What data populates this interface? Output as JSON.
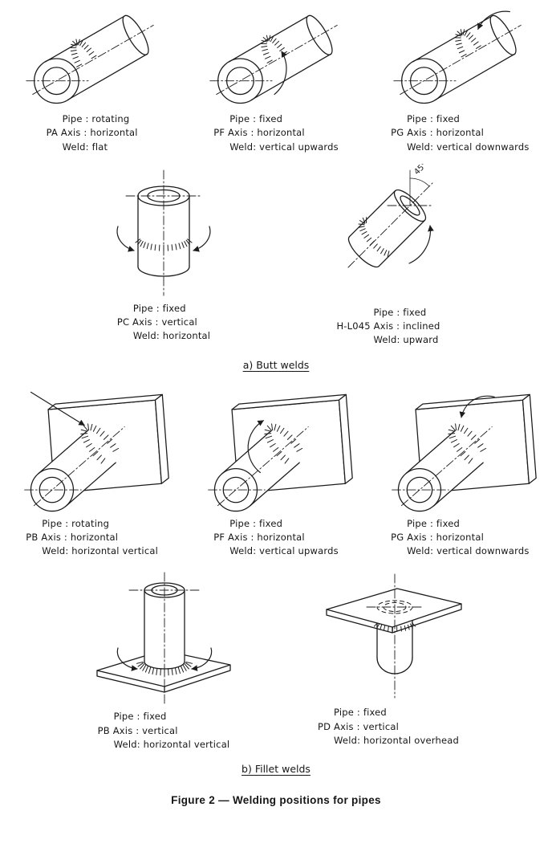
{
  "figure_caption": "Figure 2 — Welding positions for pipes",
  "sections": {
    "butt": {
      "label": "a) Butt welds",
      "items": [
        {
          "pipe": "Pipe : rotating",
          "axis": "PA Axis : horizontal",
          "weld": "Weld: flat"
        },
        {
          "pipe": "Pipe : fixed",
          "axis": "PF Axis : horizontal",
          "weld": "Weld: vertical upwards"
        },
        {
          "pipe": "Pipe : fixed",
          "axis": "PG Axis : horizontal",
          "weld": "Weld: vertical downwards"
        },
        {
          "pipe": "Pipe : fixed",
          "axis": "PC Axis : vertical",
          "weld": "Weld: horizontal"
        },
        {
          "pipe": "Pipe : fixed",
          "axis": "H-L045 Axis : inclined",
          "weld": "Weld: upward",
          "annotation": "45°"
        }
      ]
    },
    "fillet": {
      "label": "b) Fillet welds",
      "items": [
        {
          "pipe": "Pipe : rotating",
          "axis": "PB Axis : horizontal",
          "weld": "Weld: horizontal vertical"
        },
        {
          "pipe": "Pipe : fixed",
          "axis": "PF Axis : horizontal",
          "weld": "Weld: vertical upwards"
        },
        {
          "pipe": "Pipe : fixed",
          "axis": "PG Axis : horizontal",
          "weld": "Weld: vertical downwards"
        },
        {
          "pipe": "Pipe : fixed",
          "axis": "PB Axis : vertical",
          "weld": "Weld: horizontal vertical"
        },
        {
          "pipe": "Pipe : fixed",
          "axis": "PD Axis : vertical",
          "weld": "Weld: horizontal overhead"
        }
      ]
    }
  }
}
